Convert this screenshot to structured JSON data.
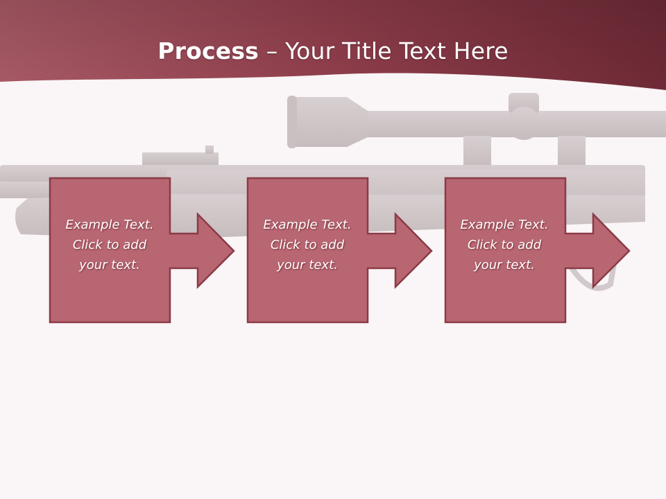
{
  "title": {
    "bold": "Process",
    "rest": " – Your Title Text Here"
  },
  "steps": [
    {
      "lines": [
        "Example Text.",
        "Click  to add",
        "your text."
      ]
    },
    {
      "lines": [
        "Example Text.",
        "Click  to add",
        "your text."
      ]
    },
    {
      "lines": [
        "Example Text.",
        "Click  to add",
        "your text."
      ]
    }
  ],
  "colors": {
    "header": "#9e4a58",
    "box_fill": "#b86672",
    "box_border": "#8a3a46",
    "rifle": "#cfc6c8"
  }
}
